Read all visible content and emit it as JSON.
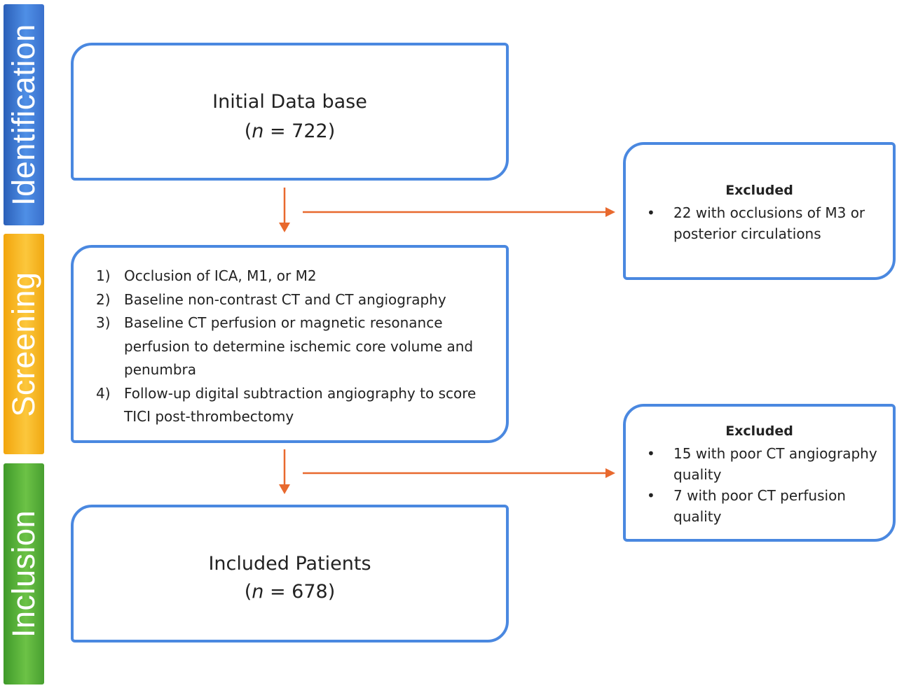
{
  "stages": [
    {
      "id": "identification",
      "label": "Identification",
      "color": "#3f7fd9"
    },
    {
      "id": "screening",
      "label": "Screening",
      "color": "#fbbd2a"
    },
    {
      "id": "inclusion",
      "label": "Inclusion",
      "color": "#5cb43a"
    }
  ],
  "initial_box": {
    "title": "Initial Data base",
    "n_label": "n",
    "n_value": " = 722"
  },
  "screening_box": {
    "criteria": [
      {
        "num": "1)",
        "text": "Occlusion of ICA, M1, or M2"
      },
      {
        "num": "2)",
        "text": "Baseline non-contrast CT and CT angiography"
      },
      {
        "num": "3)",
        "text": "Baseline CT perfusion or magnetic resonance perfusion to determine ischemic core volume and penumbra"
      },
      {
        "num": "4)",
        "text": "Follow-up digital subtraction angiography to score TICI post-thrombectomy"
      }
    ]
  },
  "included_box": {
    "title": "Included Patients",
    "n_label": "n",
    "n_value": " = 678"
  },
  "excluded_1": {
    "title": "Excluded",
    "bullet": "•",
    "items": [
      "22 with occlusions of M3 or posterior circulations"
    ]
  },
  "excluded_2": {
    "title": "Excluded",
    "bullet": "•",
    "items": [
      "15 with poor CT angiography quality",
      "7 with poor CT perfusion quality"
    ]
  },
  "colors": {
    "box_border": "#4a88e0",
    "arrow": "#e8692e"
  }
}
